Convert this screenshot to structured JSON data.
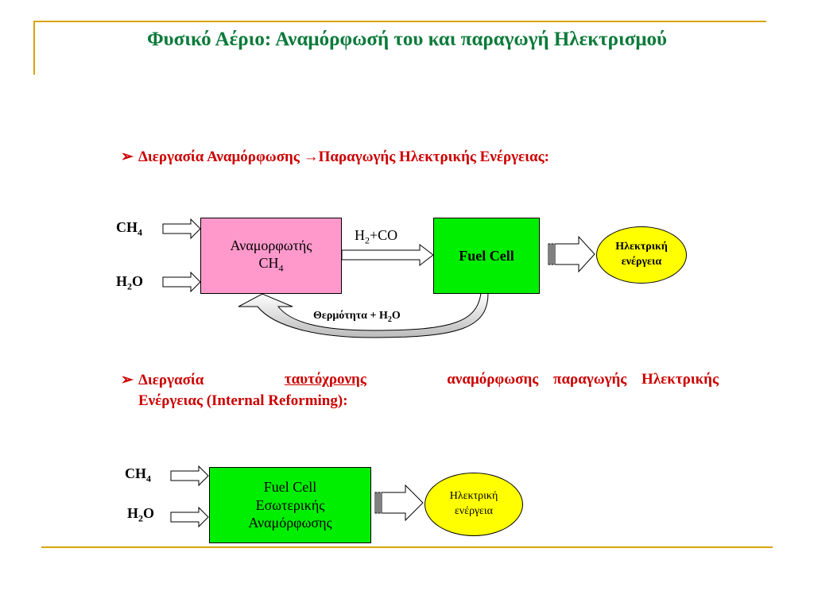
{
  "title": "Φυσικό Αέριο: Αναμόρφωσή του και παραγωγή Ηλεκτρισμού",
  "bullet1": {
    "text": "Διεργασία Αναμόρφωσης →Παραγωγής Ηλεκτρικής Ενέργειας:"
  },
  "diagram1": {
    "inputs": [
      {
        "base": "CH",
        "sub": "4"
      },
      {
        "base": "H",
        "sub": "2",
        "rest": "O"
      }
    ],
    "reformer": {
      "line1": "Αναμορφωτής",
      "line2_base": "CH",
      "line2_sub": "4"
    },
    "flow_label": {
      "pre": "H",
      "sub": "2",
      "post": "+CO"
    },
    "fuel_cell": "Fuel Cell",
    "output": {
      "line1": "Ηλεκτρική",
      "line2": "ενέργεια"
    },
    "recycle_label": {
      "pre": "Θερμότητα + H",
      "sub": "2",
      "post": "O"
    }
  },
  "bullet2": {
    "part1": "Διεργασία",
    "underlined": "ταυτόχρονης",
    "part2": "αναμόρφωσης παραγωγής Ηλεκτρικής",
    "line2": "Ενέργειας (Internal Reforming):"
  },
  "diagram2": {
    "inputs": [
      {
        "base": "CH",
        "sub": "4"
      },
      {
        "base": "H",
        "sub": "2",
        "rest": "O"
      }
    ],
    "fuel_cell": {
      "line1": "Fuel Cell",
      "line2": "Εσωτερικής",
      "line3": "Αναμόρφωσης"
    },
    "output": {
      "line1": "Ηλεκτρική",
      "line2": "ενέργεια"
    }
  },
  "colors": {
    "title": "#0b7a3a",
    "bullet": "#cc0000",
    "rule": "#d9a400",
    "reformer_fill": "#ff99cc",
    "fuel_cell_fill": "#00ee00",
    "output_fill": "#ffff00"
  }
}
